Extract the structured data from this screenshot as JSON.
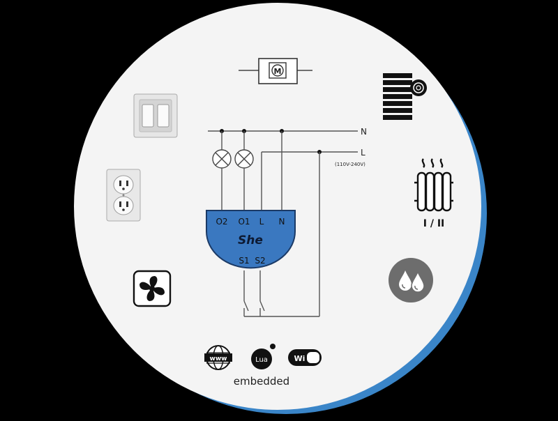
{
  "diagram": {
    "wire_labels": {
      "neutral": "N",
      "live": "L",
      "voltage": "(110V-240V)"
    },
    "module": {
      "top_terminals": [
        "O2",
        "O1",
        "L",
        "N"
      ],
      "bottom_terminals": [
        "S1",
        "S2"
      ],
      "logo": "She",
      "color": "#3a78c0"
    },
    "icons": {
      "motor_letter": "M",
      "heater_caption": "I / II",
      "lua_text": "Lua",
      "wifi_text": "Wi Fi",
      "www_text": "www"
    },
    "footer": {
      "embedded_label": "embedded"
    },
    "colors": {
      "accent_blue": "#3a85c8",
      "disc": "#f4f4f4",
      "background": "#000000",
      "water_badge": "#6d6d6d"
    }
  }
}
